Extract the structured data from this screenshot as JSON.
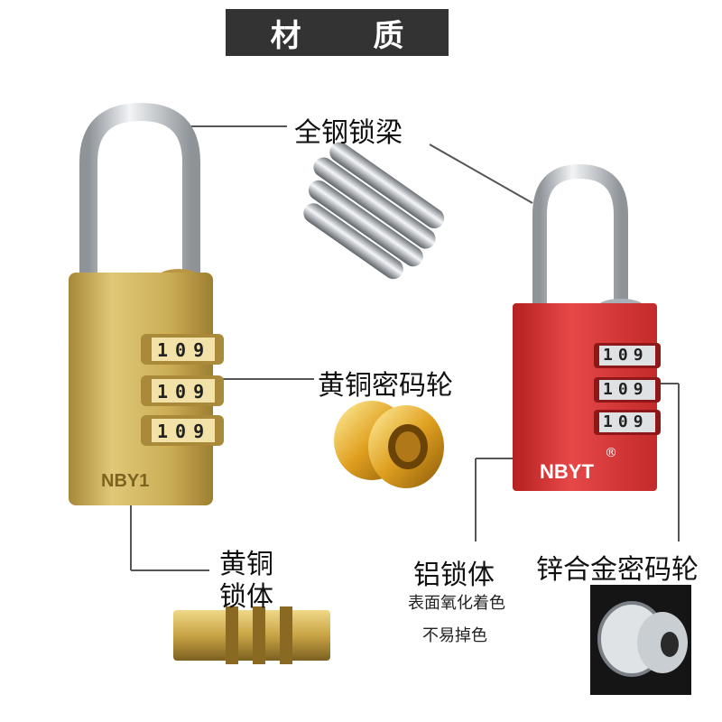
{
  "title": "材 质",
  "labels": {
    "shackle": "全钢锁梁",
    "brass_wheel": "黄铜密码轮",
    "brass_body_line1": "黄铜",
    "brass_body_line2": "锁体",
    "aluminum_body": "铝锁体",
    "aluminum_note_line1": "表面氧化着色",
    "aluminum_note_line2": "不易掉色",
    "zinc_wheel": "锌合金密码轮"
  },
  "locks": {
    "brass": {
      "brand": "NBY1",
      "digits": [
        "1",
        "0",
        "9"
      ]
    },
    "red": {
      "brand": "NBYT",
      "registered": "®",
      "digits": [
        "1",
        "0",
        "9"
      ]
    }
  },
  "colors": {
    "brass": "#c9a94a",
    "red": "#dc3a3a",
    "steel": "#c8ccd0",
    "title_bg": "#333333"
  }
}
